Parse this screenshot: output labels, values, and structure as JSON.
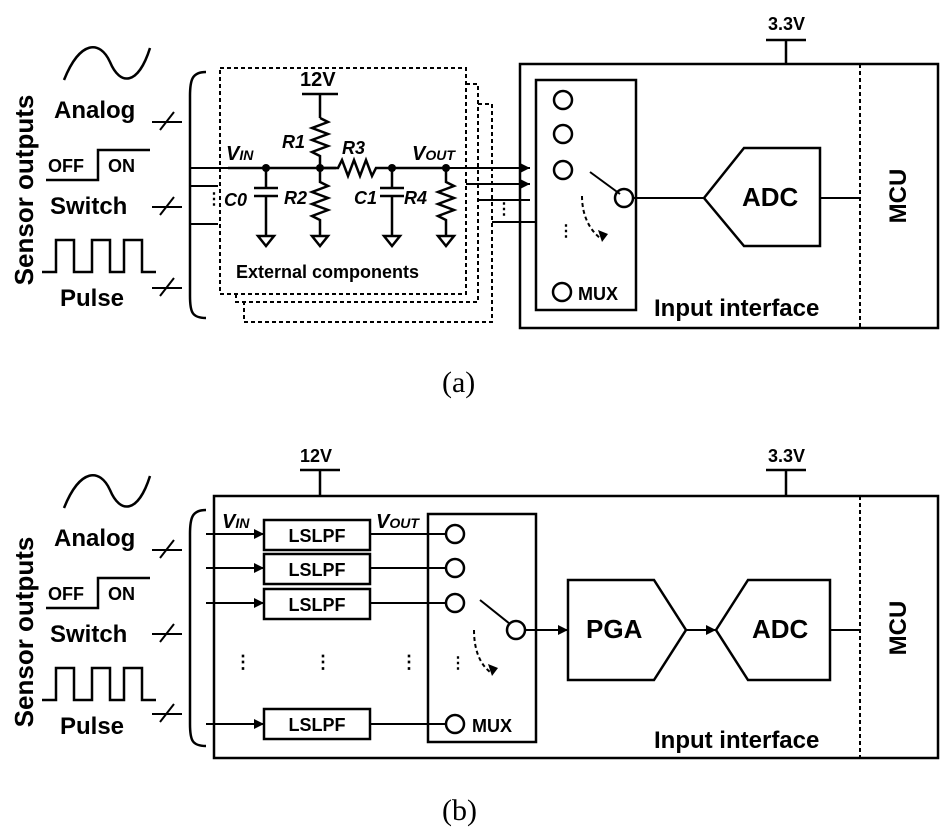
{
  "panel_a": {
    "sensor_outputs": "Sensor outputs",
    "analog": "Analog",
    "switch": "Switch",
    "pulse": "Pulse",
    "off": "OFF",
    "on": "ON",
    "supply_12v": "12V",
    "supply_3v3": "3.3V",
    "vin_main": "V",
    "vin_sub": "IN",
    "vout_main": "V",
    "vout_sub": "OUT",
    "r1": "R1",
    "r2": "R2",
    "r3": "R3",
    "r4": "R4",
    "c0": "C0",
    "c1": "C1",
    "external_components": "External components",
    "mux": "MUX",
    "adc": "ADC",
    "mcu": "MCU",
    "input_interface": "Input interface",
    "caption": "(a)"
  },
  "panel_b": {
    "sensor_outputs": "Sensor outputs",
    "analog": "Analog",
    "switch": "Switch",
    "pulse": "Pulse",
    "off": "OFF",
    "on": "ON",
    "supply_12v": "12V",
    "supply_3v3": "3.3V",
    "vin_main": "V",
    "vin_sub": "IN",
    "vout_main": "V",
    "vout_sub": "OUT",
    "lslpf": [
      "LSLPF",
      "LSLPF",
      "LSLPF",
      "LSLPF"
    ],
    "mux": "MUX",
    "pga": "PGA",
    "adc": "ADC",
    "mcu": "MCU",
    "input_interface": "Input interface",
    "caption": "(b)"
  }
}
